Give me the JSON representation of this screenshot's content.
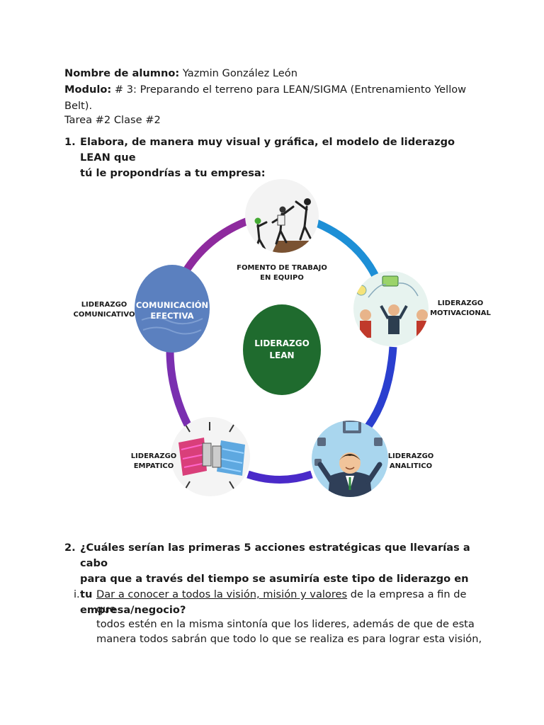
{
  "header": {
    "student_label": "Nombre de alumno:",
    "student_name": " Yazmin González León",
    "module_label": "Modulo:",
    "module_value": " # 3: Preparando el terreno para LEAN/SIGMA (Entrenamiento Yellow",
    "module_value_cont": "Belt).",
    "task": "Tarea #2 Clase #2"
  },
  "question1": {
    "number": "1.",
    "line1": "Elabora, de manera muy visual y gráfica, el modelo de liderazgo LEAN que",
    "line2": "tú le propondrías a tu empresa:"
  },
  "diagram": {
    "center": {
      "line1": "LIDERAZGO",
      "line2": "LEAN"
    },
    "teamwork": {
      "line1": "FOMENTO DE TRABAJO",
      "line2": "EN EQUIPO"
    },
    "motivational": {
      "line1": "LIDERAZGO",
      "line2": "MOTIVACIONAL"
    },
    "analytical": {
      "line1": "LIDERAZGO",
      "line2": "ANALITICO"
    },
    "empathic": {
      "line1": "LIDERAZGO",
      "line2": "EMPATICO"
    },
    "communicative": {
      "line1": "LIDERAZGO",
      "line2": "COMUNICATIVO"
    },
    "comm_node": {
      "line1": "COMUNICACIÓN",
      "line2": "EFECTIVA"
    },
    "colors": {
      "center_fill": "#1f6b2e",
      "comm_fill": "#5b80bf",
      "ring_purple": "#8e2a9e",
      "ring_blue": "#1d8fd6",
      "ring_darkblue": "#2a3fcf"
    }
  },
  "question2": {
    "number": "2.",
    "line1": "¿Cuáles serían las primeras 5 acciones estratégicas que llevarías a cabo",
    "line2": "para que a través del tiempo se asumiría este tipo de liderazgo en tu",
    "line3": "empresa/negocio?"
  },
  "item1": {
    "numeral": "i.",
    "underlined": "Dar a conocer a todos la visión, misión y valores",
    "rest": " de la empresa a fin de que",
    "line2": "todos estén en la misma sintonía que los lideres, además de que de esta",
    "line3": "manera todos sabrán que todo lo que se realiza es para lograr esta visión,"
  }
}
